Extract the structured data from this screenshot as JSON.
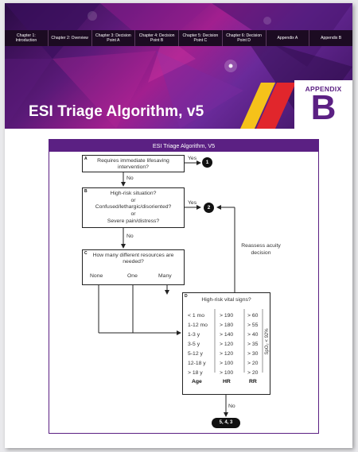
{
  "nav": [
    "Chapter 1: Introduction",
    "Chapter 2: Overview",
    "Chapter 3: Decision Point A",
    "Chapter 4: Decision Point B",
    "Chapter 5: Decision Point C",
    "Chapter 6: Decision Point D",
    "Appendix A",
    "Appendix B"
  ],
  "header": {
    "title": "ESI Triage Algorithm, v5",
    "appendix_word": "APPENDIX",
    "appendix_letter": "B"
  },
  "colors": {
    "brand_purple": "#5b2083",
    "nav_bg": "#1c0b22",
    "stripe_red": "#e1262c",
    "stripe_yellow": "#f5c21a"
  },
  "algorithm": {
    "panel_title": "ESI Triage Algorithm, V5",
    "a": {
      "letter": "A",
      "line1": "Requires immediate lifesaving",
      "line2": "intervention?",
      "yes": "Yes",
      "no": "No",
      "outcome": "1"
    },
    "b": {
      "letter": "B",
      "line1": "High-risk situation?",
      "or1": "or",
      "line2": "Confused/lethargic/disoriented?",
      "or2": "or",
      "line3": "Severe pain/distress?",
      "yes": "Yes",
      "no": "No",
      "outcome": "2"
    },
    "c": {
      "letter": "C",
      "line1": "How many different resources are",
      "line2": "needed?",
      "options": [
        "None",
        "One",
        "Many"
      ]
    },
    "reassess": [
      "Reassess acuity",
      "decision"
    ],
    "d": {
      "letter": "D",
      "title": "High-risk vital signs?",
      "rows": [
        {
          "age": "< 1 mo",
          "hr": "> 190",
          "rr": "> 60"
        },
        {
          "age": "1-12 mo",
          "hr": "> 180",
          "rr": "> 55"
        },
        {
          "age": "1-3 y",
          "hr": "> 140",
          "rr": "> 40"
        },
        {
          "age": "3-5 y",
          "hr": "> 120",
          "rr": "> 35"
        },
        {
          "age": "5-12 y",
          "hr": "> 120",
          "rr": "> 30"
        },
        {
          "age": "12-18 y",
          "hr": "> 100",
          "rr": "> 20"
        },
        {
          "age": "> 18 y",
          "hr": "> 100",
          "rr": "> 20"
        }
      ],
      "col_age": "Age",
      "col_hr": "HR",
      "col_rr": "RR",
      "spo2": "SpO₂ < 92%",
      "no": "No",
      "outcome": "5, 4, 3"
    }
  }
}
